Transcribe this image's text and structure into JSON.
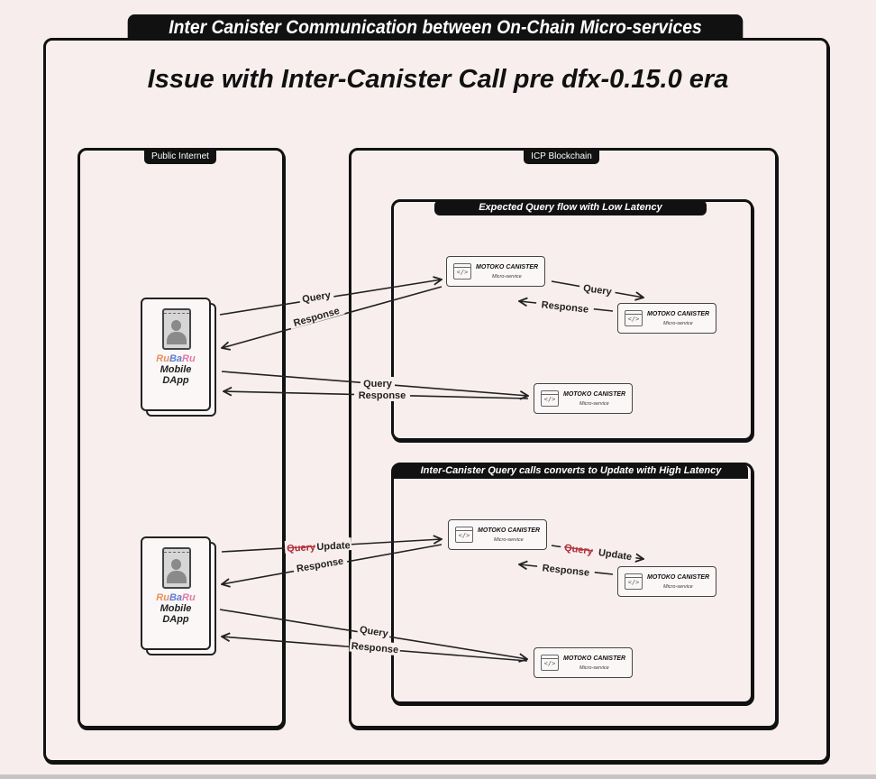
{
  "header": {
    "main_title": "Inter Canister Communication between On-Chain Micro-services",
    "subtitle": "Issue with Inter-Canister Call pre dfx-0.15.0 era"
  },
  "panels": {
    "public": {
      "label": "Public Internet"
    },
    "icp": {
      "label": "ICP Blockchain"
    }
  },
  "sections": [
    {
      "label": "Expected Query flow with Low Latency"
    },
    {
      "label": "Inter-Canister Query calls converts to Update with High Latency"
    }
  ],
  "dapp": {
    "brand_parts": [
      {
        "text": "Ru",
        "color": "#e8915a"
      },
      {
        "text": "Ba",
        "color": "#5b7fd1"
      },
      {
        "text": "Ru",
        "color": "#e07aa8"
      }
    ],
    "line1": "Mobile",
    "line2": "DApp"
  },
  "canister": {
    "name": "MOTOKO CANISTER",
    "sub": "Micro-service",
    "icon": "</>"
  },
  "arrows": {
    "query": "Query",
    "response": "Response",
    "update": "Update",
    "struck_query_color": "#b0303a"
  }
}
